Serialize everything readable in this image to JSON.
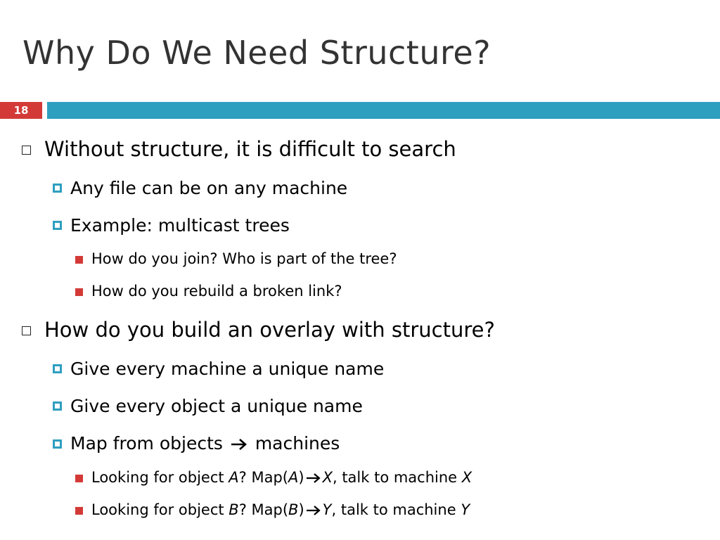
{
  "slide": {
    "title": "Why Do We Need Structure?",
    "number": "18"
  },
  "bullets": {
    "b1": "Without structure, it is difficult to search",
    "b1_1": "Any file can be on any machine",
    "b1_2": "Example: multicast trees",
    "b1_2_1": "How do you join? Who is part of the tree?",
    "b1_2_2": "How do you rebuild a broken link?",
    "b2": "How do you build an overlay with structure?",
    "b2_1": "Give every machine a unique name",
    "b2_2": "Give every object a unique name",
    "b2_3": {
      "before": "Map from objects",
      "after": "machines"
    },
    "b2_3_1": {
      "t1": "Looking for object ",
      "v1": "A",
      "t2": "? Map(",
      "v2": "A",
      "t3": ")",
      "v3": "X",
      "t4": ", talk to machine ",
      "v4": "X"
    },
    "b2_3_2": {
      "t1": "Looking for object ",
      "v1": "B",
      "t2": "? Map(",
      "v2": "B",
      "t3": ")",
      "v3": "Y",
      "t4": ", talk to machine ",
      "v4": "Y"
    }
  },
  "colors": {
    "accent_red": "#d33a37",
    "accent_blue": "#2f9fc0",
    "title_gray": "#333333"
  },
  "icons": {
    "level1": "hollow-square-icon",
    "level2": "blue-square-bullet-icon",
    "level3": "red-square-bullet-icon",
    "implies": "right-arrow-icon"
  }
}
